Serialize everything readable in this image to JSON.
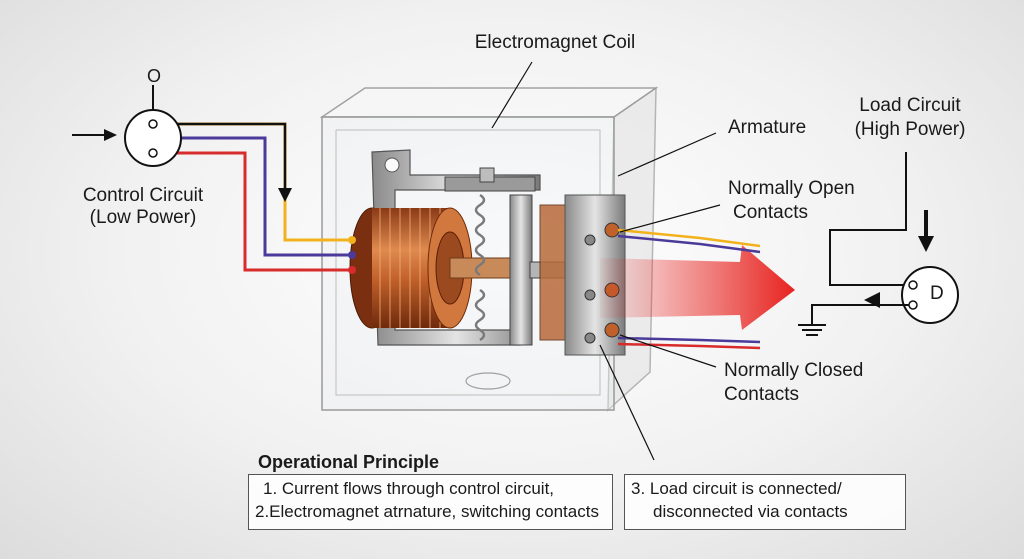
{
  "labels": {
    "coil": "Electromagnet Coil",
    "armature": "Armature",
    "no_contacts_1": "Normally Open",
    "no_contacts_2": "Contacts",
    "nc_contacts_1": "Normally Closed",
    "nc_contacts_2": "Contacts",
    "control_1": "Control Circuit",
    "control_2": "(Low Power)",
    "load_1": "Load Circuit",
    "load_2": "(High Power)",
    "control_symbol": "O",
    "load_symbol": "D"
  },
  "principle": {
    "title": "Operational Principle",
    "step1": "1. Current flows through control circuit,",
    "step2": "2.Electromagnet atrnature, switching contacts",
    "step3a": "3. Load circuit is connected/",
    "step3b": "disconnected via contacts"
  },
  "colors": {
    "wire_yellow": "#f2b21c",
    "wire_purple": "#4b3a9a",
    "wire_red": "#d82b2b",
    "arrow_red": "#e8231f",
    "copper": "#c0602a"
  }
}
